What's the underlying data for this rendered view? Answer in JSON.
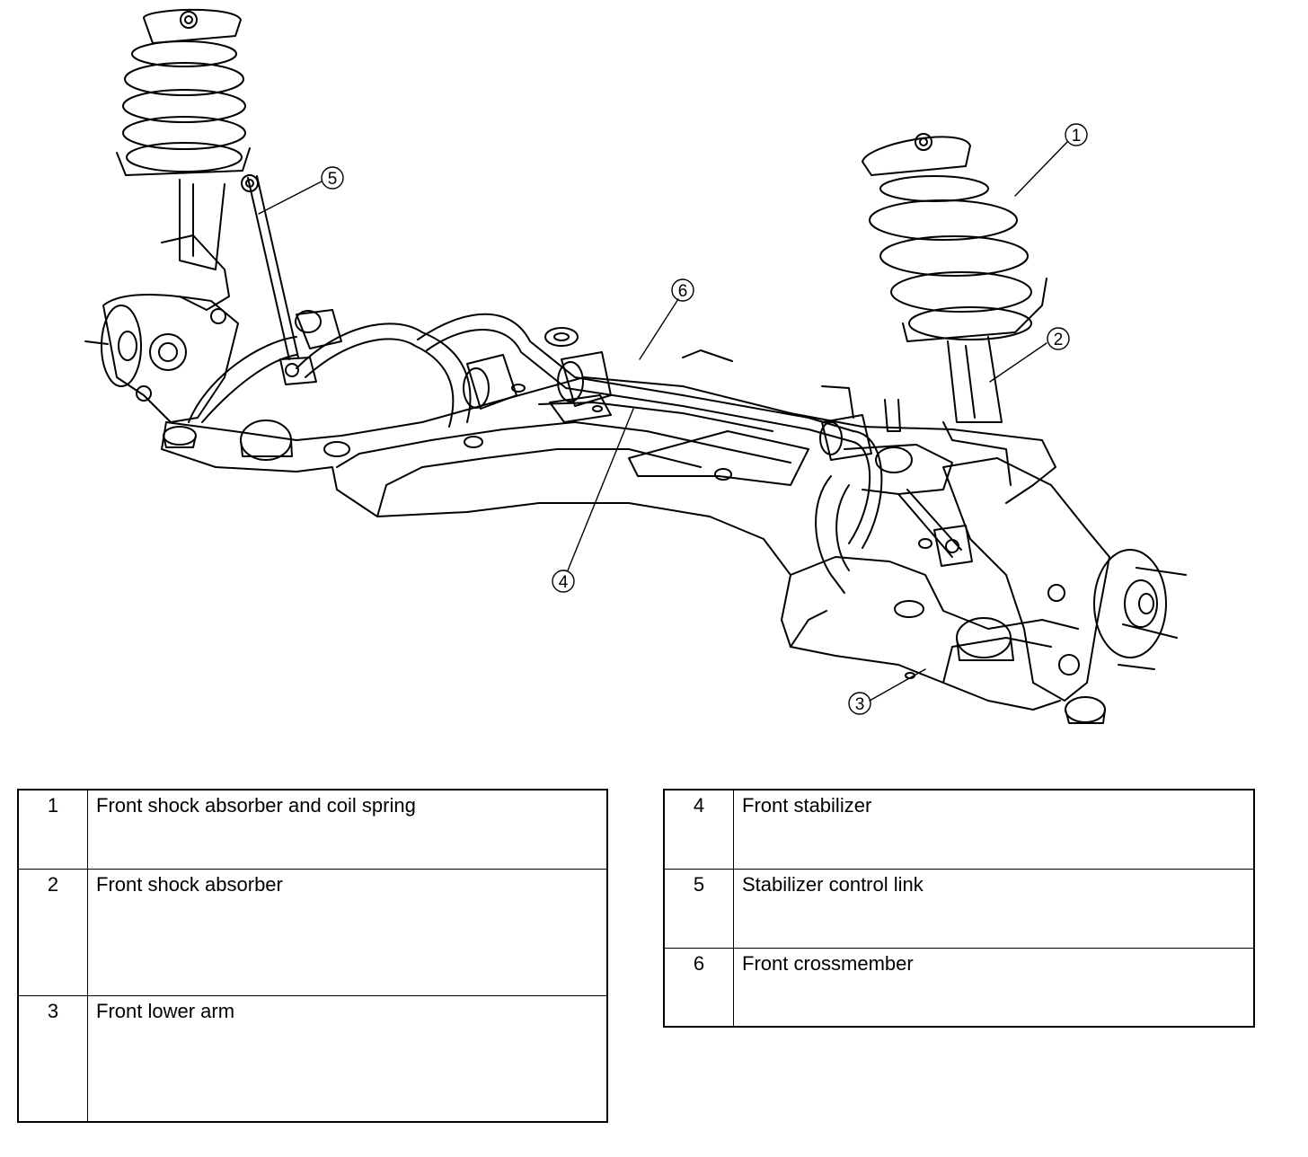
{
  "callouts": [
    {
      "id": "1",
      "label": "1"
    },
    {
      "id": "2",
      "label": "2"
    },
    {
      "id": "3",
      "label": "3"
    },
    {
      "id": "4",
      "label": "4"
    },
    {
      "id": "5",
      "label": "5"
    },
    {
      "id": "6",
      "label": "6"
    }
  ],
  "legend": {
    "left": [
      {
        "num": "1",
        "text": "Front shock absorber and coil spring"
      },
      {
        "num": "2",
        "text": "Front shock absorber"
      },
      {
        "num": "3",
        "text": "Front lower arm"
      }
    ],
    "right": [
      {
        "num": "4",
        "text": "Front stabilizer"
      },
      {
        "num": "5",
        "text": "Stabilizer control link"
      },
      {
        "num": "6",
        "text": "Front crossmember"
      }
    ]
  }
}
